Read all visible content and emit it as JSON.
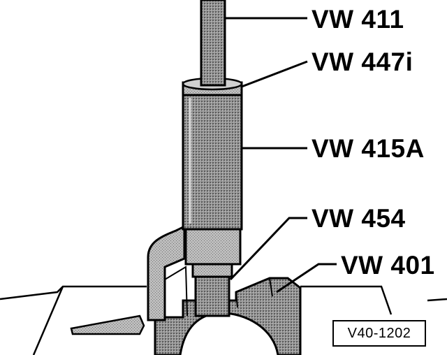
{
  "labels": {
    "vw411": "VW 411",
    "vw447i": "VW 447i",
    "vw415a": "VW 415A",
    "vw454": "VW 454",
    "vw401": "VW 401"
  },
  "figure_ref": "V40-1202",
  "colors": {
    "ink": "#000000",
    "tool_fill": "#8c8c8c",
    "background": "#ffffff"
  }
}
